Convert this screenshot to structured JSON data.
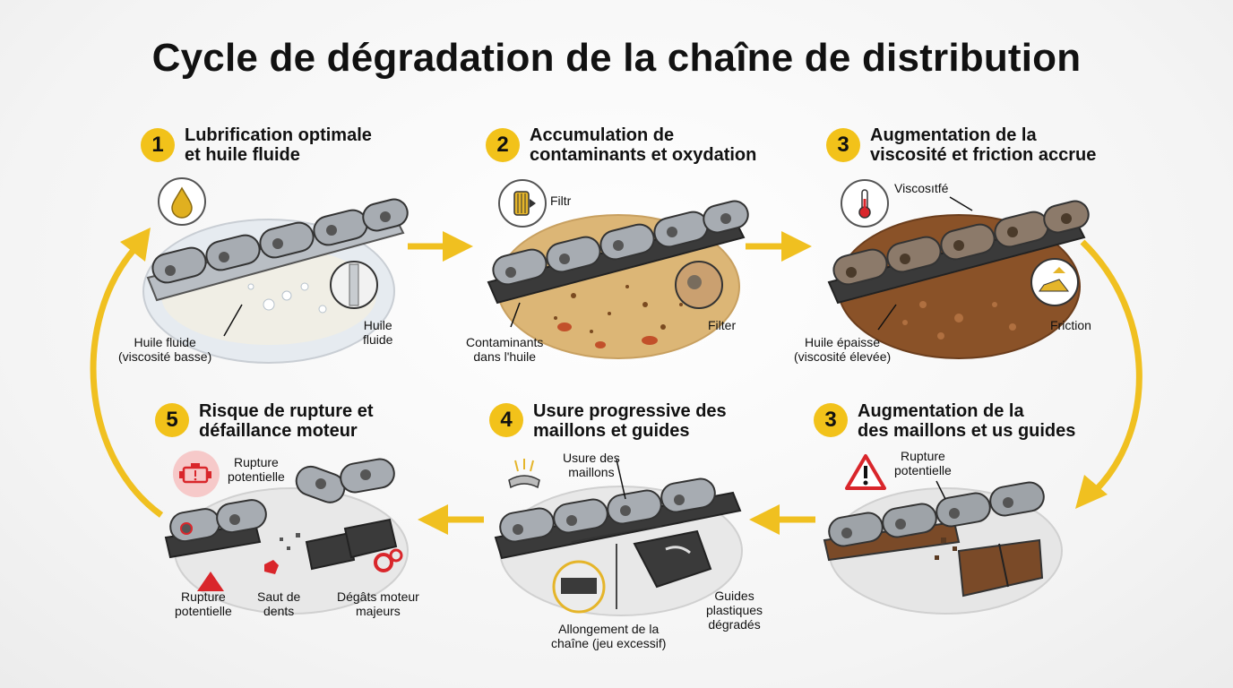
{
  "title": "Cycle de dégradation de la chaîne de distribution",
  "colors": {
    "accent": "#f2c21a",
    "clean_oil": "#e8ecf0",
    "dirty_oil": "#d9b070",
    "thick_oil": "#8a5228",
    "danger": "#d9262b"
  },
  "stages": [
    {
      "number": "1",
      "title_line1": "Lubrification optimale",
      "title_line2": "et huile fluide",
      "icon": "oil-drop-icon",
      "labels": {
        "oil": "Huile fluide",
        "viscosity": "(viscosité basse)",
        "zoom_line1": "Huile",
        "zoom_line2": "fluide"
      }
    },
    {
      "number": "2",
      "title_line1": "Accumulation de",
      "title_line2": "contaminants et oxydation",
      "icon": "oil-filter-icon",
      "labels": {
        "icon_caption": "Filtr",
        "filter": "Filter",
        "cont_line1": "Contaminants",
        "cont_line2": "dans l'huile"
      }
    },
    {
      "number": "3",
      "title_line1": "Augmentation de la",
      "title_line2": "viscosité et friction accrue",
      "icon": "thermometer-icon",
      "labels": {
        "icon_caption": "Viscosıtfé",
        "friction": "Friction",
        "oil_line1": "Huile épaisse",
        "oil_line2": "(viscosité élevée)"
      }
    },
    {
      "number": "3",
      "title_line1": "Augmentation de la",
      "title_line2": "des maillons et us guides",
      "icon": "warning-icon",
      "labels": {
        "rupture_line1": "Rupture",
        "rupture_line2": "potentielle"
      }
    },
    {
      "number": "4",
      "title_line1": "Usure progressive des",
      "title_line2": "maillons et guides",
      "icon": "wear-icon",
      "labels": {
        "wear_line1": "Usure des",
        "wear_line2": "maillons",
        "elong_line1": "Allongement de la",
        "elong_line2": "chaîne (jeu excessif)",
        "guides_line1": "Guides",
        "guides_line2": "plastiques",
        "guides_line3": "dégradés"
      }
    },
    {
      "number": "5",
      "title_line1": "Risque de rupture et",
      "title_line2": "défaillance moteur",
      "icon": "engine-warning-icon",
      "labels": {
        "top_line1": "Rupture",
        "top_line2": "potentielle",
        "b1_line1": "Rupture",
        "b1_line2": "potentielle",
        "b2_line1": "Saut de",
        "b2_line2": "dents",
        "b3_line1": "Dégâts moteur",
        "b3_line2": "majeurs"
      }
    }
  ]
}
